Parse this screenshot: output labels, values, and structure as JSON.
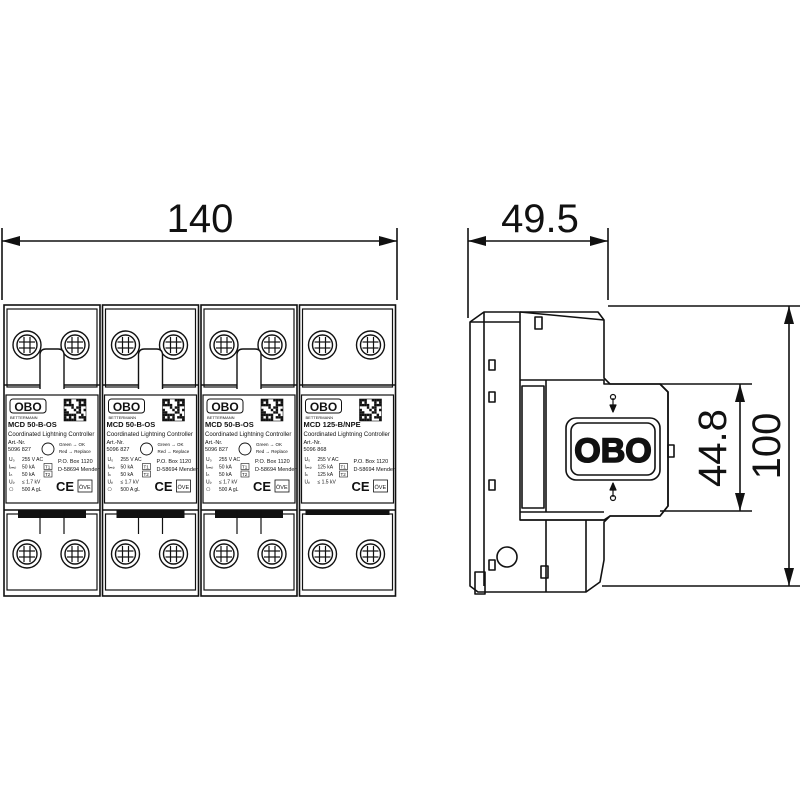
{
  "dimensions": {
    "width_front": "140",
    "depth_side": "49.5",
    "height_total": "100",
    "height_cover": "44.8"
  },
  "modules": [
    {
      "brand": "OBO",
      "brand_sub": "BETTERMANN",
      "model": "MCD 50-B-OS",
      "subtitle": "Coordinated Lightning Controller",
      "art_label": "Art.-Nr.",
      "art_nr": "5096 827",
      "status_green": "Green → OK",
      "status_red": "Red → Replace",
      "specs": [
        {
          "sym": "U₀",
          "val": "255 V AC"
        },
        {
          "sym": "Iᵢₘₚ",
          "val": "50 kA",
          "cls": "T1"
        },
        {
          "sym": "Iₙ",
          "val": "50 kA",
          "cls": "T2"
        },
        {
          "sym": "Uₚ",
          "val": "≤ 1.7 kV"
        },
        {
          "sym": "⎔",
          "val": "500 A gL"
        }
      ],
      "address1": "P.O. Box 1120",
      "address2": "D-58694 Menden",
      "ce": "CE",
      "ve": "ÖVE"
    },
    {
      "brand": "OBO",
      "brand_sub": "BETTERMANN",
      "model": "MCD 50-B-OS",
      "subtitle": "Coordinated Lightning Controller",
      "art_label": "Art.-Nr.",
      "art_nr": "5096 827",
      "status_green": "Green → OK",
      "status_red": "Red → Replace",
      "specs": [
        {
          "sym": "U₀",
          "val": "255 V AC"
        },
        {
          "sym": "Iᵢₘₚ",
          "val": "50 kA",
          "cls": "T1"
        },
        {
          "sym": "Iₙ",
          "val": "50 kA",
          "cls": "T2"
        },
        {
          "sym": "Uₚ",
          "val": "≤ 1.7 kV"
        },
        {
          "sym": "⎔",
          "val": "500 A gL"
        }
      ],
      "address1": "P.O. Box 1120",
      "address2": "D-58694 Menden",
      "ce": "CE",
      "ve": "ÖVE"
    },
    {
      "brand": "OBO",
      "brand_sub": "BETTERMANN",
      "model": "MCD 50-B-OS",
      "subtitle": "Coordinated Lightning Controller",
      "art_label": "Art.-Nr.",
      "art_nr": "5096 827",
      "status_green": "Green → OK",
      "status_red": "Red → Replace",
      "specs": [
        {
          "sym": "U₀",
          "val": "255 V AC"
        },
        {
          "sym": "Iᵢₘₚ",
          "val": "50 kA",
          "cls": "T1"
        },
        {
          "sym": "Iₙ",
          "val": "50 kA",
          "cls": "T2"
        },
        {
          "sym": "Uₚ",
          "val": "≤ 1.7 kV"
        },
        {
          "sym": "⎔",
          "val": "500 A gL"
        }
      ],
      "address1": "P.O. Box 1120",
      "address2": "D-58694 Menden",
      "ce": "CE",
      "ve": "ÖVE"
    },
    {
      "brand": "OBO",
      "brand_sub": "BETTERMANN",
      "model": "MCD 125-B/NPE",
      "subtitle": "Coordinated Lightning Controller",
      "art_label": "Art.-Nr.",
      "art_nr": "5096 868",
      "status_green": "",
      "status_red": "",
      "specs": [
        {
          "sym": "U₀",
          "val": "255 V AC"
        },
        {
          "sym": "Iᵢₘₚ",
          "val": "125 kA",
          "cls": "T1"
        },
        {
          "sym": "Iₙ",
          "val": "125 kA",
          "cls": "T2"
        },
        {
          "sym": "Uₚ",
          "val": "≤ 1.5 kV"
        }
      ],
      "address1": "P.O. Box 1120",
      "address2": "D-58694 Menden",
      "ce": "CE",
      "ve": "ÖVE"
    }
  ],
  "side_logo": "OBO"
}
